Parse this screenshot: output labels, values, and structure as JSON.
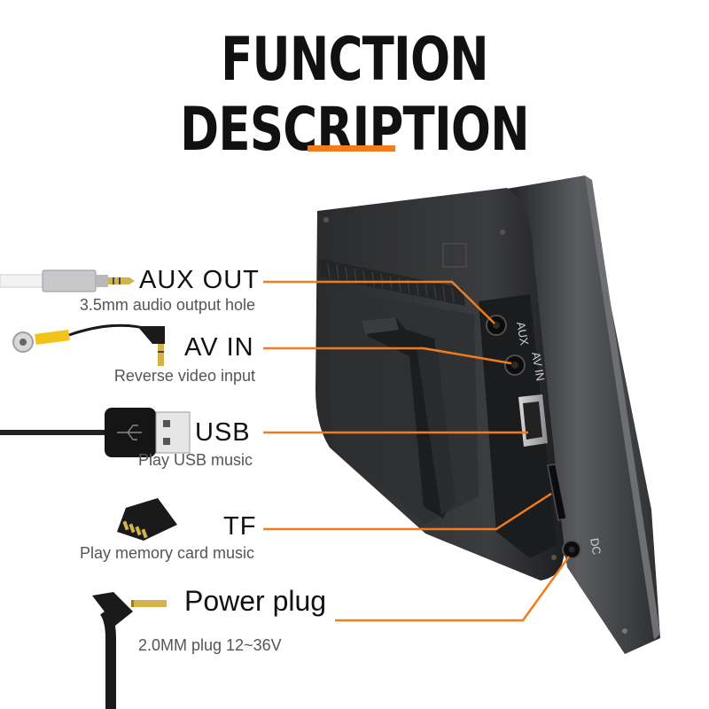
{
  "title": "FUNCTION DESCRIPTION",
  "accent_color": "#f07c1e",
  "ports": [
    {
      "label": "AUX OUT",
      "description": "3.5mm audio output hole",
      "icon": "aux-cable-icon"
    },
    {
      "label": "AV IN",
      "description": "Reverse video input",
      "icon": "av-cable-icon"
    },
    {
      "label": "USB",
      "description": "Play USB music",
      "icon": "usb-cable-icon"
    },
    {
      "label": "TF",
      "description": "Play memory card music",
      "icon": "tf-card-icon"
    },
    {
      "label": "Power plug",
      "description": "2.0MM plug 12~36V",
      "icon": "power-plug-icon"
    }
  ],
  "device_labels": {
    "aux": "AUX",
    "av_in": "AV IN",
    "dc": "DC"
  }
}
